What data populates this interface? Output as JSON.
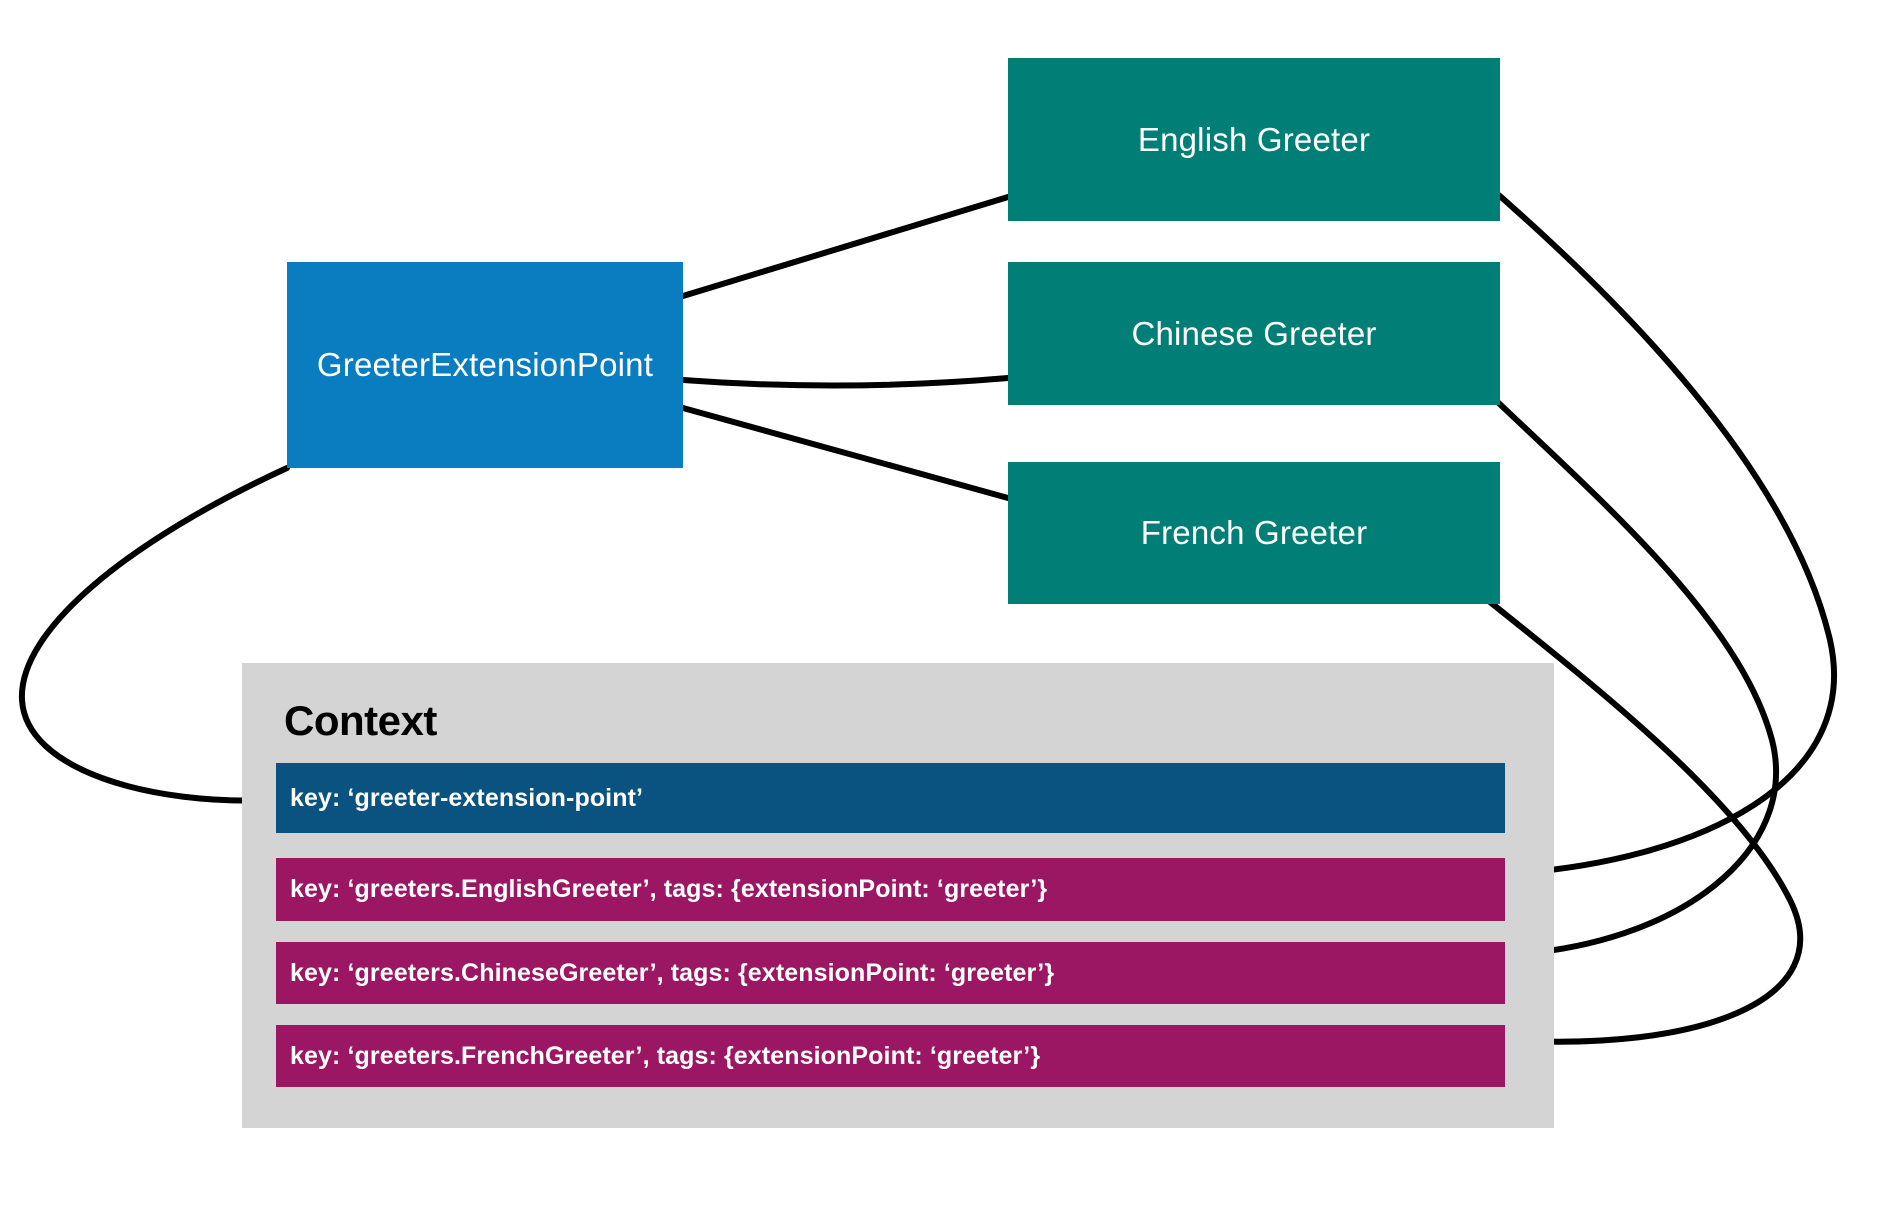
{
  "diagram": {
    "title_visible": false,
    "colors": {
      "extension_point": "#0A7CC0",
      "greeter": "#017F77",
      "context_panel": "#d4d4d4",
      "context_key_bar": "#0A5280",
      "context_extension_bar": "#9B1663",
      "wire": "#000000",
      "node_text": "#ffffff",
      "title_text": "#000000"
    },
    "extension_point": {
      "label": "GreeterExtensionPoint"
    },
    "greeters": [
      {
        "label": "English Greeter"
      },
      {
        "label": "Chinese Greeter"
      },
      {
        "label": "French Greeter"
      }
    ],
    "context": {
      "title": "Context",
      "entries": [
        {
          "text": "key: ‘greeter-extension-point’",
          "kind": "extension-point-key"
        },
        {
          "text": "key: ‘greeters.EnglishGreeter’, tags: {extensionPoint: ‘greeter’}",
          "kind": "extension-key"
        },
        {
          "text": "key: ‘greeters.ChineseGreeter’, tags: {extensionPoint: ‘greeter’}",
          "kind": "extension-key"
        },
        {
          "text": "key: ‘greeters.FrenchGreeter’, tags: {extensionPoint: ‘greeter’}",
          "kind": "extension-key"
        }
      ]
    }
  }
}
